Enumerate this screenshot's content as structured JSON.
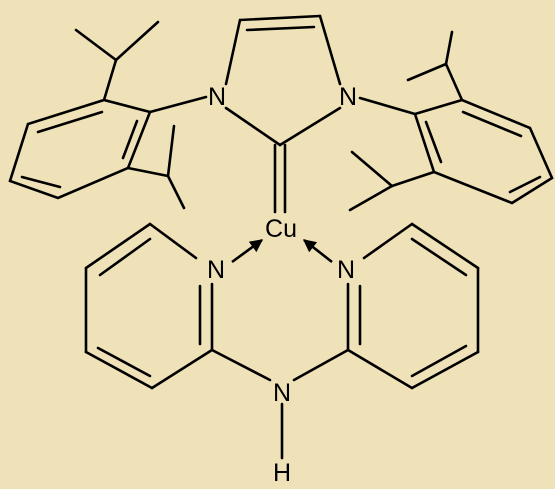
{
  "colors": {
    "background": "#efe2b8",
    "ink": "#000000"
  },
  "atoms": {
    "metal": "Cu",
    "carbene_n_left": "N",
    "carbene_n_right": "N",
    "pyridine_n_left": "N",
    "pyridine_n_right": "N",
    "amine_n": "N",
    "amine_h": "H"
  }
}
